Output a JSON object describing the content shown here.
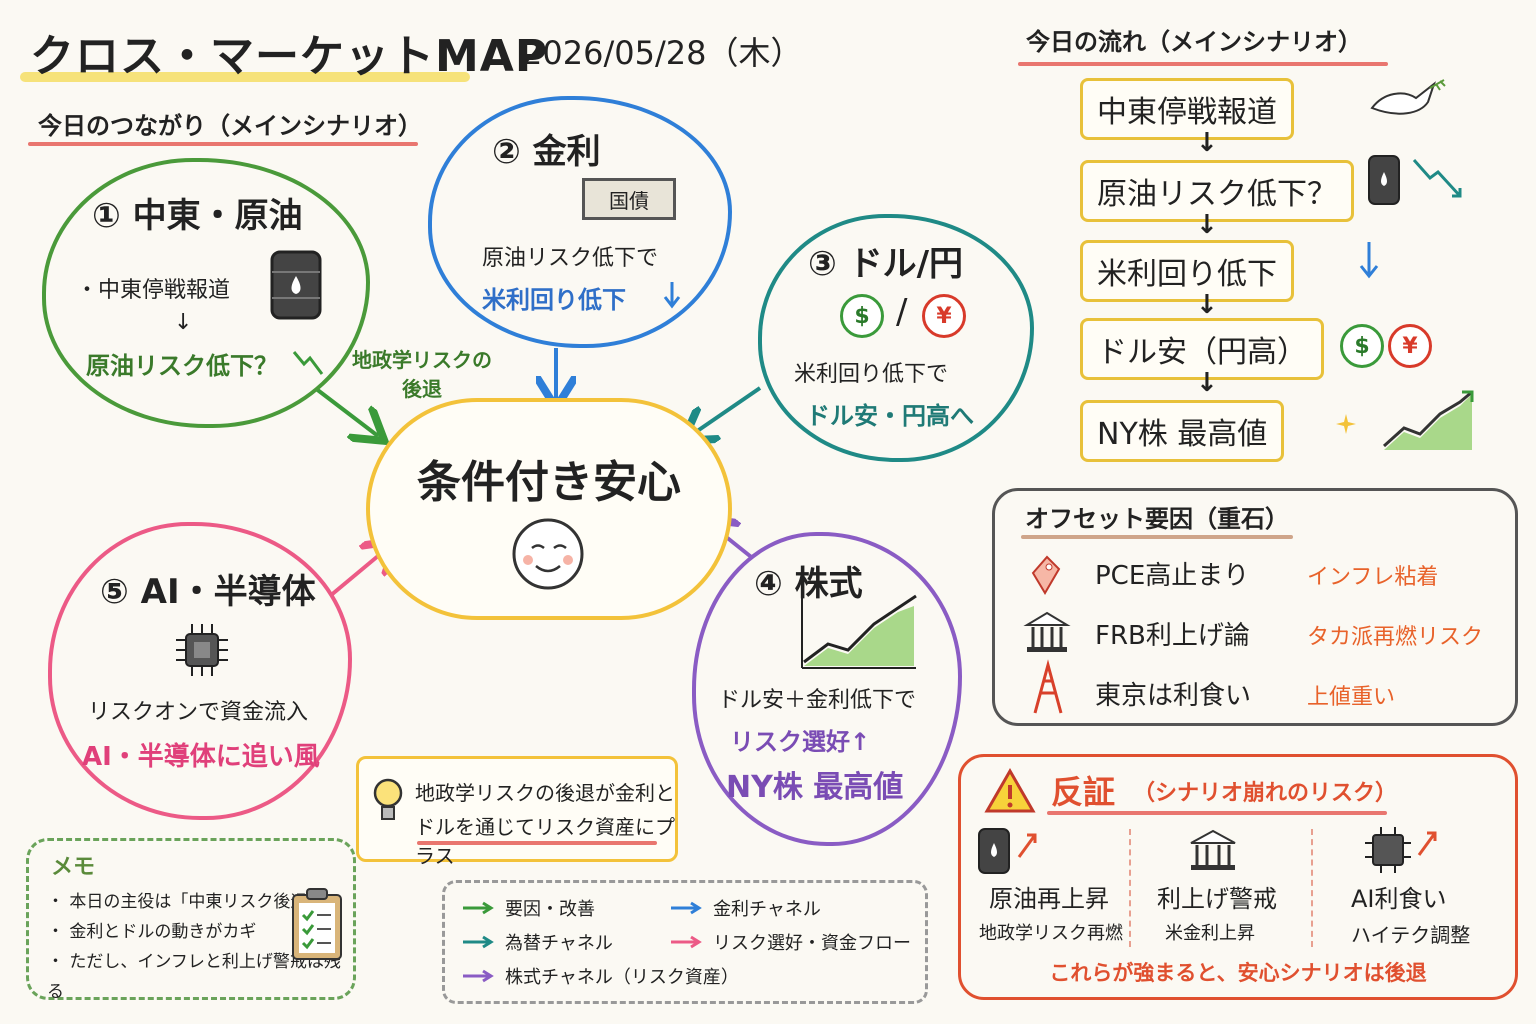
{
  "header": {
    "title": "クロス・マーケットMAP",
    "date": "2026/05/28（木）"
  },
  "connections": {
    "heading": "今日のつながり（メインシナリオ）"
  },
  "node1": {
    "title": "① 中東・原油",
    "line1": "・中東停戦報道",
    "arrow": "↓",
    "line2": "原油リスク低下？"
  },
  "edge1": {
    "label_line1": "地政学リスクの",
    "label_line2": "後退"
  },
  "node2": {
    "title": "② 金利",
    "bond": "国債",
    "line1": "原油リスク低下で",
    "line2": "米利回り低下"
  },
  "node3": {
    "title": "③ ドル/円",
    "dollar": "$",
    "slash": "/",
    "yen": "¥",
    "line1": "米利回り低下で",
    "line2": "ドル安・円高へ"
  },
  "center": {
    "label": "条件付き安心"
  },
  "node4": {
    "title": "④ 株式",
    "line1": "ドル安＋金利低下で",
    "line2": "リスク選好↑",
    "line3": "NY株 最高値"
  },
  "node5": {
    "title": "⑤ AI・半導体",
    "line1": "リスクオンで資金流入",
    "line2": "AI・半導体に追い風"
  },
  "tip": {
    "line1": "地政学リスクの後退が金利と",
    "line2": "ドルを通じてリスク資産にプラス"
  },
  "memo": {
    "heading": "メモ",
    "items": [
      "・ 本日の主役は「中東リスク後退」",
      "・ 金利とドルの動きがカギ",
      "・ ただし、インフレと利上げ警戒は残る"
    ]
  },
  "legend": {
    "items": [
      {
        "label": "要因・改善",
        "color": "#3a9a3a"
      },
      {
        "label": "金利チャネル",
        "color": "#2f7fd8"
      },
      {
        "label": "為替チャネル",
        "color": "#1f8a86"
      },
      {
        "label": "リスク選好・資金フロー",
        "color": "#ec5a86"
      },
      {
        "label": "株式チャネル（リスク資産）",
        "color": "#8a5cc4"
      }
    ]
  },
  "flow": {
    "heading": "今日の流れ（メインシナリオ）",
    "steps": [
      "中東停戦報道",
      "原油リスク低下？",
      "米利回り低下",
      "ドル安（円高）",
      "NY株 最高値"
    ],
    "arrow": "↓",
    "dollar": "$",
    "yen": "¥"
  },
  "offset": {
    "heading": "オフセット要因（重石）",
    "rows": [
      {
        "label": "PCE高止まり",
        "note": "インフレ粘着"
      },
      {
        "label": "FRB利上げ論",
        "note": "タカ派再燃リスク"
      },
      {
        "label": "東京は利食い",
        "note": "上値重い"
      }
    ]
  },
  "rebuttal": {
    "heading": "反証",
    "subheading": "（シナリオ崩れのリスク）",
    "items": [
      {
        "label": "原油再上昇",
        "sub": "地政学リスク再燃"
      },
      {
        "label": "利上げ警戒",
        "sub": "米金利上昇"
      },
      {
        "label": "AI利食い",
        "sub": "ハイテク調整"
      }
    ],
    "footer": "これらが強まると、安心シナリオは後退"
  },
  "colors": {
    "green": "#3a9a3a",
    "blue": "#2f7fd8",
    "teal": "#1f8a86",
    "purple": "#8a5cc4",
    "pink": "#ec5a86",
    "yellow": "#f3c23a",
    "red": "#e0502f",
    "orange": "#e8622a"
  }
}
